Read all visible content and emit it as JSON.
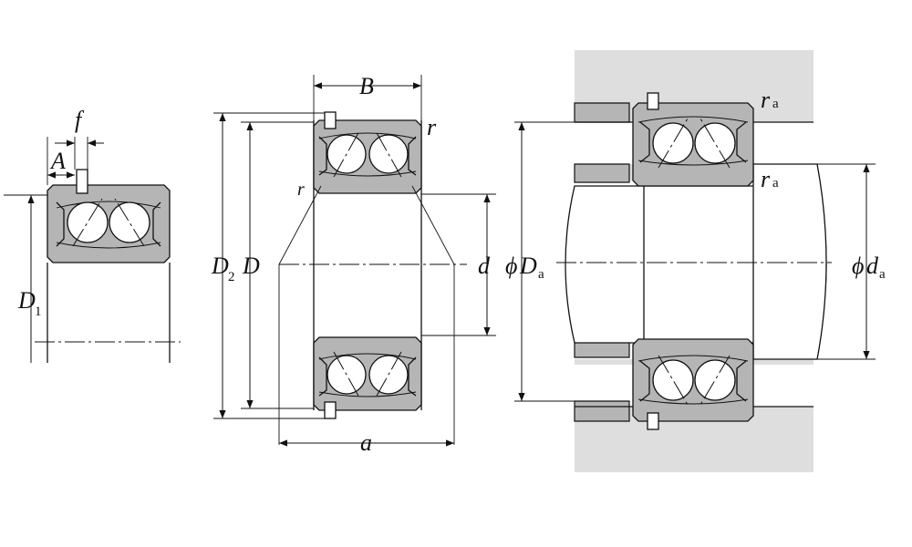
{
  "labels": {
    "f": "f",
    "A": "A",
    "D1_main": "D",
    "D1_sub": "1",
    "B": "B",
    "r_top": "r",
    "r_side": "r",
    "D2_main": "D",
    "D2_sub": "2",
    "D": "D",
    "d": "d",
    "a": "a",
    "phi_Da": "ϕ",
    "Da_main": "D",
    "Da_sub": "a",
    "phi_da": "ϕ",
    "da_main": "d",
    "da_sub": "a",
    "ra_top_main": "r",
    "ra_top_sub": "a",
    "ra_mid_main": "r",
    "ra_mid_sub": "a"
  }
}
